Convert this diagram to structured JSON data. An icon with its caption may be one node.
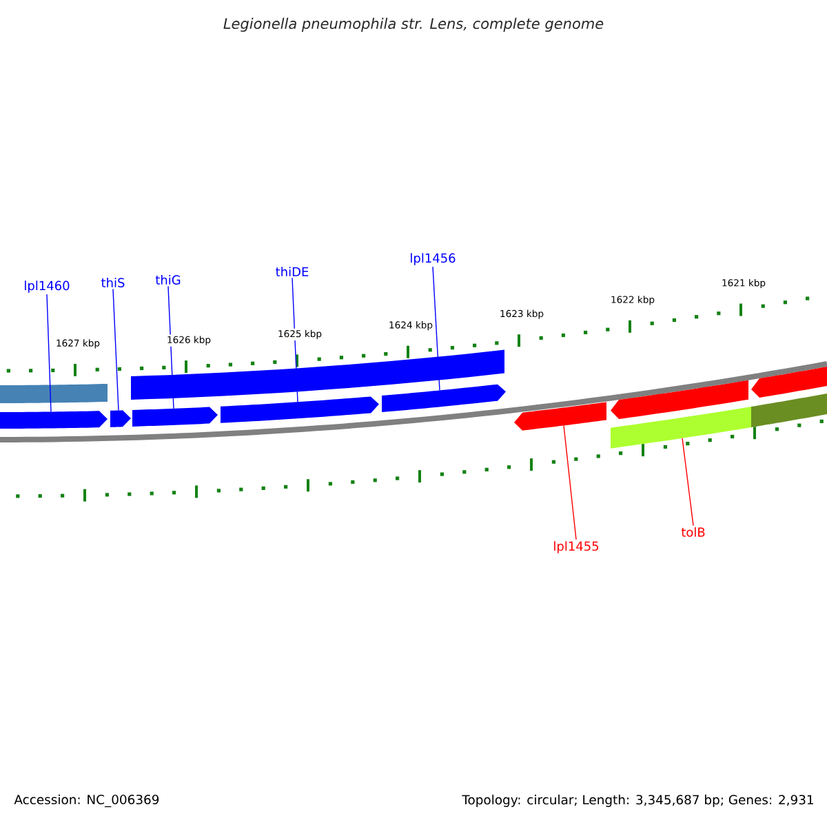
{
  "diagram": {
    "title": "Legionella pneumophila str. Lens, complete genome",
    "nodes": [
      {
        "text": [
          "lpl1460"
        ]
      },
      {
        "text": [
          "thiS"
        ]
      },
      {
        "text": [
          "thiG"
        ]
      },
      {
        "text": [
          "thiDE"
        ]
      },
      {
        "text": [
          "lpl1456"
        ]
      },
      {
        "text": [
          "lpl1455"
        ]
      },
      {
        "text": [
          "tolB"
        ]
      },
      {
        "text": [],
        "shape": "bar"
      },
      {
        "text": [],
        "shape": "pentagon"
      },
      {
        "text": [],
        "shape": "pentagon"
      },
      {
        "text": [],
        "shape": "bar"
      },
      {
        "text": [],
        "shape": "pentagon"
      },
      {
        "text": [],
        "shape": "pentagon"
      },
      {
        "text": [],
        "shape": "pentagon"
      },
      {
        "text": [],
        "shape": "pentagon"
      },
      {
        "text": [],
        "shape": "pentagon"
      },
      {
        "text": [],
        "shape": "bar"
      },
      {
        "text": [],
        "shape": "pentagon"
      },
      {
        "text": [],
        "shape": "bar"
      }
    ],
    "edges": [
      {
        "from": 0,
        "to": 8,
        "arrow": "none"
      },
      {
        "from": 1,
        "to": 9,
        "arrow": "none"
      },
      {
        "from": 2,
        "to": 11,
        "arrow": "none"
      },
      {
        "from": 3,
        "to": 12,
        "arrow": "none"
      },
      {
        "from": 4,
        "to": 13,
        "arrow": "none"
      },
      {
        "from": 5,
        "to": 14,
        "arrow": "none",
        "color": "#ff0000"
      },
      {
        "from": 6,
        "to": 16,
        "arrow": "none",
        "color": "#ff0000"
      }
    ],
    "labels": [
      "1627 kbp",
      "1626 kbp",
      "1625 kbp",
      "1624 kbp",
      "1623 kbp",
      "1622 kbp",
      "1621 kbp",
      "Accession: NC_006369",
      "Topology: circular; Length: 3,345,687 bp; Genes: 2,931"
    ]
  }
}
